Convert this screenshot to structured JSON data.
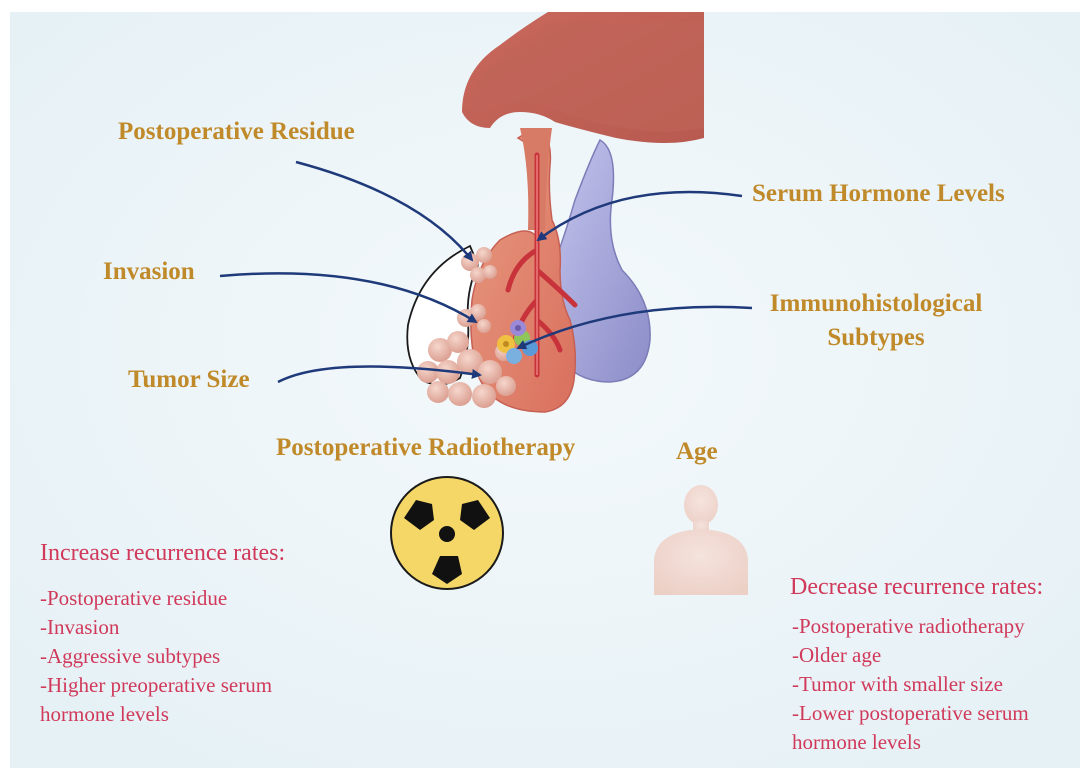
{
  "labels": {
    "postoperative_residue": "Postoperative Residue",
    "invasion": "Invasion",
    "tumor_size": "Tumor Size",
    "serum_hormone_levels": "Serum Hormone Levels",
    "immunohistological_line1": "Immunohistological",
    "immunohistological_line2": "Subtypes",
    "postoperative_radiotherapy": "Postoperative Radiotherapy",
    "age": "Age"
  },
  "increase": {
    "title": "Increase recurrence rates:",
    "items": [
      "-Postoperative residue",
      "-Invasion",
      "-Aggressive subtypes",
      "-Higher preoperative serum",
      "hormone levels"
    ]
  },
  "decrease": {
    "title": "Decrease recurrence rates:",
    "items": [
      "-Postoperative radiotherapy",
      "-Older age",
      "-Tumor with smaller size",
      "-Lower postoperative serum",
      "hormone levels"
    ]
  },
  "icons": [
    "radiation-icon",
    "person-icon"
  ],
  "colors": {
    "label": "#c08a2a",
    "list": "#d0395a",
    "arrow": "#1f3a7a",
    "background": "#eef5f9"
  }
}
